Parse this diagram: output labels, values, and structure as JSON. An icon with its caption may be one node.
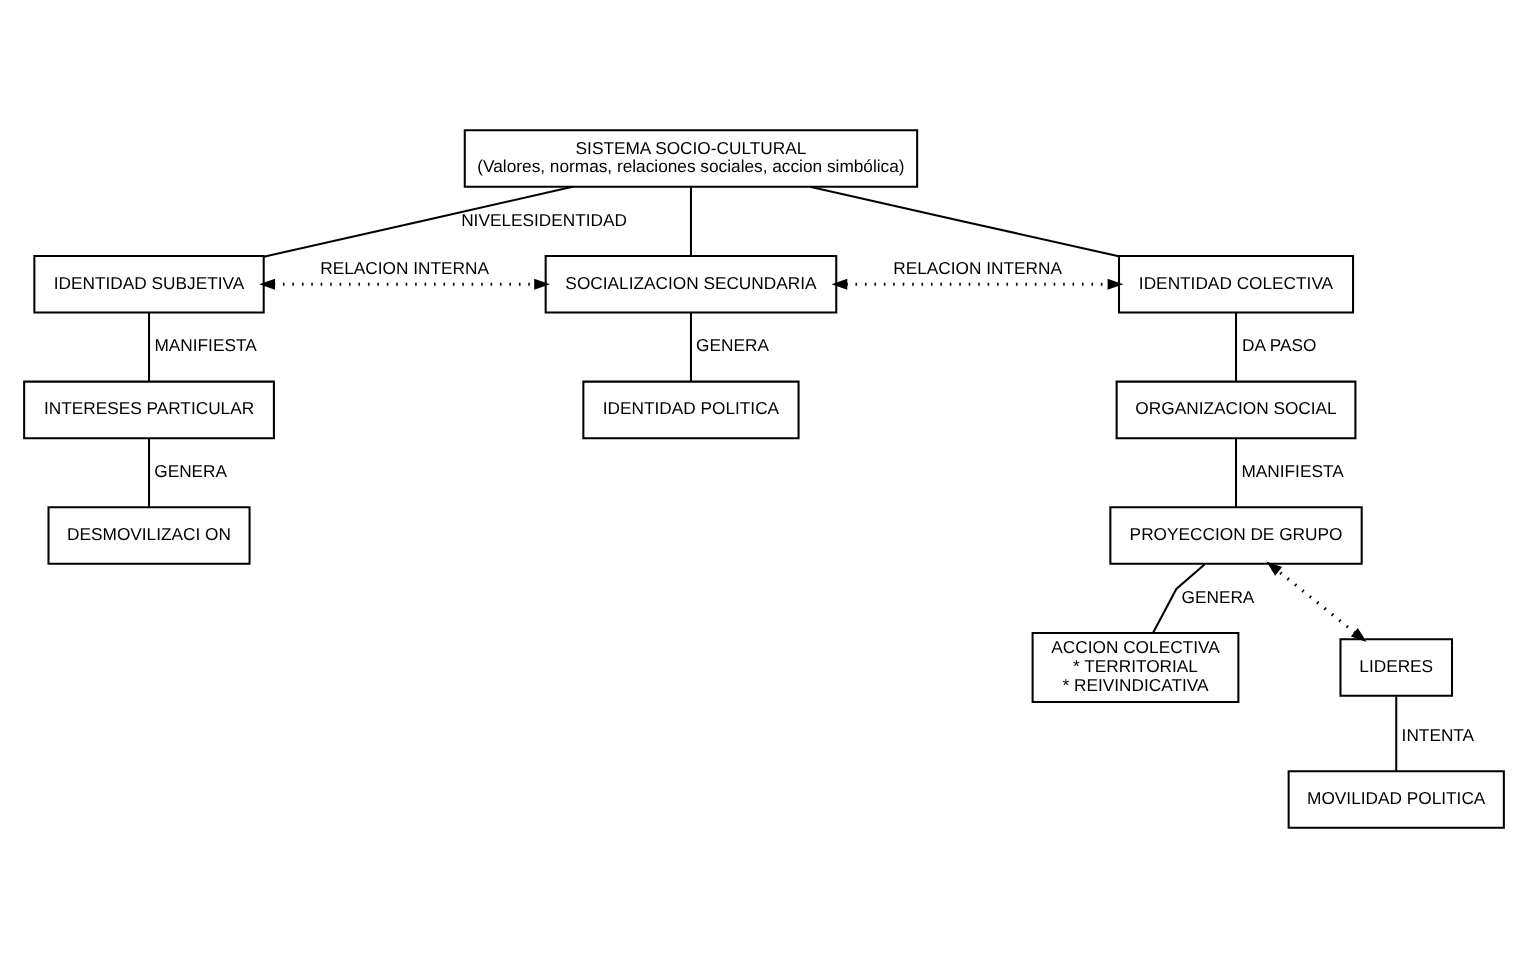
{
  "diagram": {
    "nodes": [
      {
        "text": [
          "SISTEMA SOCIO-CULTURAL",
          "(Valores, normas, relaciones sociales, accion simbólica)"
        ]
      },
      {
        "text": [
          "IDENTIDAD SUBJETIVA"
        ]
      },
      {
        "text": [
          "SOCIALIZACION SECUNDARIA"
        ]
      },
      {
        "text": [
          "IDENTIDAD COLECTIVA"
        ]
      },
      {
        "text": [
          "INTERESES PARTICULAR"
        ]
      },
      {
        "text": [
          "DESMOVILIZACI ON"
        ]
      },
      {
        "text": [
          "IDENTIDAD POLITICA"
        ]
      },
      {
        "text": [
          "ORGANIZACION SOCIAL"
        ]
      },
      {
        "text": [
          "PROYECCION DE GRUPO"
        ]
      },
      {
        "text": [
          "LIDERES"
        ]
      },
      {
        "text": [
          "ACCION COLECTIVA",
          "* TERRITORIAL",
          "* REIVINDICATIVA"
        ]
      },
      {
        "text": [
          "MOVILIDAD POLITICA"
        ]
      }
    ],
    "edges": [
      {
        "from": 0,
        "to": 1,
        "arrow": "none",
        "label": "NIVELESIDENTIDAD"
      },
      {
        "from": 0,
        "to": 2,
        "arrow": "none"
      },
      {
        "from": 0,
        "to": 3,
        "arrow": "none"
      },
      {
        "from": 1,
        "to": 2,
        "arrow": "both",
        "style": "dashed",
        "label": "RELACION INTERNA"
      },
      {
        "from": 2,
        "to": 3,
        "arrow": "both",
        "style": "dashed",
        "label": "RELACION INTERNA"
      },
      {
        "from": 1,
        "to": 4,
        "arrow": "none",
        "label": "MANIFIESTA"
      },
      {
        "from": 4,
        "to": 5,
        "arrow": "none",
        "label": "GENERA"
      },
      {
        "from": 2,
        "to": 6,
        "arrow": "none",
        "label": "GENERA"
      },
      {
        "from": 3,
        "to": 7,
        "arrow": "none",
        "label": "DA PASO"
      },
      {
        "from": 7,
        "to": 8,
        "arrow": "none",
        "label": "MANIFIESTA"
      },
      {
        "from": 8,
        "to": 10,
        "arrow": "none",
        "label": "GENERA"
      },
      {
        "from": 9,
        "to": 8,
        "arrow": "both",
        "style": "dashed"
      },
      {
        "from": 9,
        "to": 11,
        "arrow": "none",
        "label": "INTENTA"
      }
    ]
  }
}
